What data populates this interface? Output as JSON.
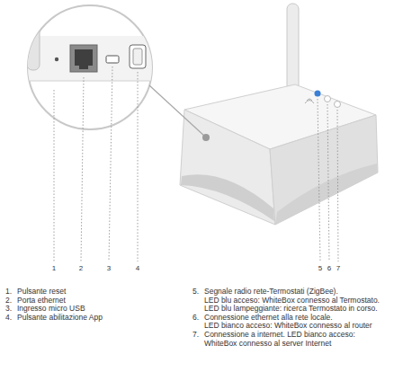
{
  "diagram": {
    "labels": [
      "1",
      "2",
      "3",
      "4",
      "5",
      "6",
      "7",
      "1.",
      "2.",
      "3.",
      "4.",
      "5.",
      "6.",
      "7.",
      "Pulsante reset",
      "Porta ethernet",
      "Ingresso micro USB",
      "Pulsante abilitazione App",
      "Segnale radio rete-Termostati (ZigBee).",
      "LED blu acceso: WhiteBox connesso al Termostato.",
      "LED blu lampeggiante: ricerca Termostato in corso.",
      "Connessione ethernet alla rete locale.",
      "LED bianco acceso: WhiteBox connesso al router",
      "Connessione a internet. LED bianco acceso: WhiteBox connesso al server Internet"
    ]
  }
}
